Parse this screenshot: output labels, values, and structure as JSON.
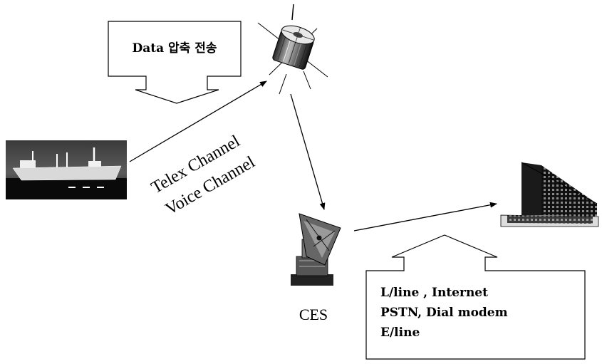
{
  "top_callout": {
    "text": "Data 압축 전송"
  },
  "channels": {
    "telex": "Telex Channel",
    "voice": "Voice Channel"
  },
  "ground_station": {
    "label": "CES"
  },
  "bottom_callout": {
    "lines": [
      "L/line , Internet",
      "PSTN,  Dial modem",
      "E/line"
    ]
  }
}
